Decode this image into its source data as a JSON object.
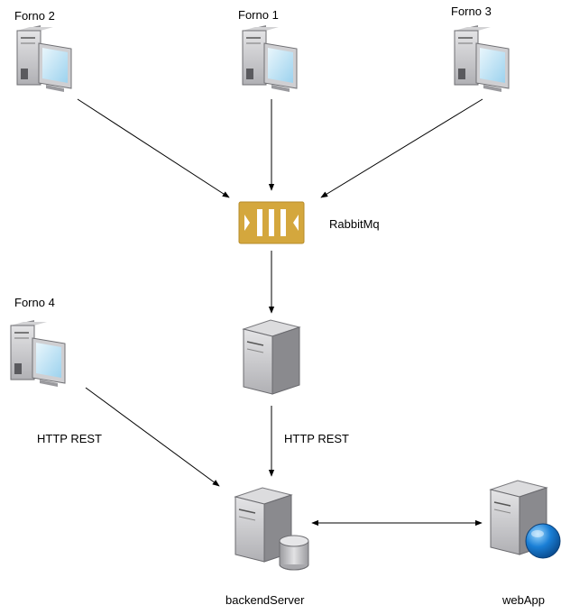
{
  "nodes": {
    "forno2": {
      "label": "Forno 2",
      "icon": "workstation-icon"
    },
    "forno1": {
      "label": "Forno 1",
      "icon": "workstation-icon"
    },
    "forno3": {
      "label": "Forno 3",
      "icon": "workstation-icon"
    },
    "forno4": {
      "label": "Forno 4",
      "icon": "workstation-icon"
    },
    "rabbitmq": {
      "label": "RabbitMq",
      "icon": "message-queue-icon",
      "color": "#d4a73d"
    },
    "consumer": {
      "icon": "server-icon"
    },
    "backend": {
      "label": "backendServer",
      "icon": "database-server-icon"
    },
    "webapp": {
      "label": "webApp",
      "icon": "web-server-icon",
      "color": "#1a7fd6"
    }
  },
  "edges": {
    "forno4_backend": {
      "label": "HTTP REST"
    },
    "consumer_backend": {
      "label": "HTTP REST"
    }
  }
}
